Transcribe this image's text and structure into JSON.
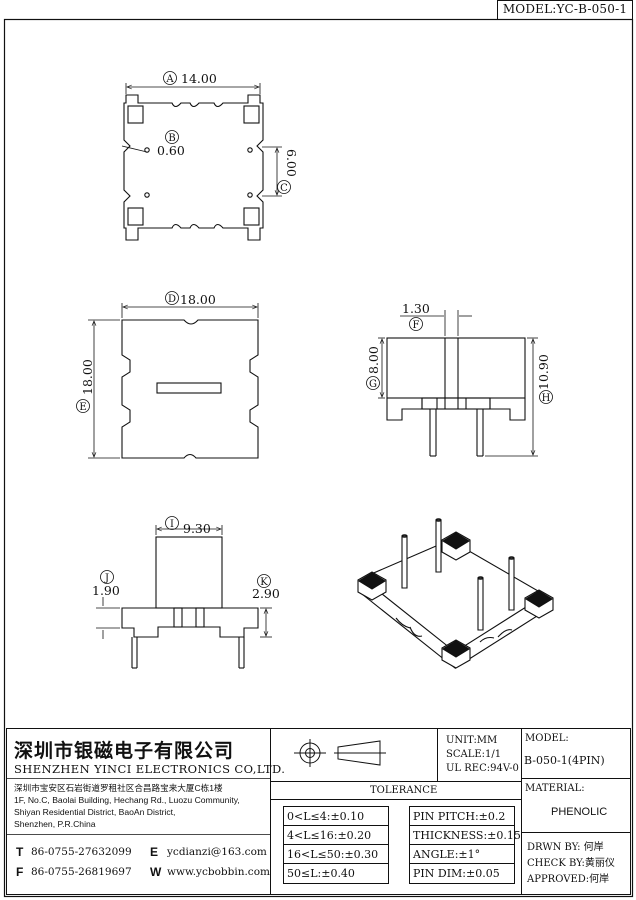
{
  "model_tag": "MODEL:YC-B-050-1",
  "callouts": {
    "A": "A",
    "B": "B",
    "C": "C",
    "D": "D",
    "E": "E",
    "F": "F",
    "G": "G",
    "H": "H",
    "I": "I",
    "J": "J",
    "K": "K"
  },
  "dims": {
    "A": "14.00",
    "B": "0.60",
    "C": "6.00",
    "D": "18.00",
    "E": "18.00",
    "F": "1.30",
    "G": "8.00",
    "H": "10.90",
    "I": "9.30",
    "J": "1.90",
    "K": "2.90"
  },
  "title_block": {
    "company_cn": "深圳市银磁电子有限公司",
    "company_en": "SHENZHEN YINCI ELECTRONICS CO,LTD.",
    "address_lines": [
      "深圳市宝安区石岩街道罗租社区合昌路宝来大厦C栋1楼",
      "1F, No.C, Baolai Building, Hechang Rd., Luozu Community,",
      "Shiyan Residential District, BaoAn District,",
      "Shenzhen, P.R.China"
    ],
    "contacts": {
      "t_letter": "T",
      "t_value": "86-0755-27632099",
      "f_letter": "F",
      "f_value": "86-0755-26819697",
      "e_letter": "E",
      "e_value": "ycdianzi@163.com",
      "w_letter": "W",
      "w_value": "www.ycbobbin.com"
    },
    "unit": "UNIT:MM",
    "scale": "SCALE:1/1",
    "ul_rec": "UL REC:94V-0",
    "tolerance_title": "TOLERANCE",
    "tolerances": [
      "0<L≤4:±0.10",
      "4<L≤16:±0.20",
      "16<L≤50:±0.30",
      "50≤L:±0.40"
    ],
    "pin_specs": [
      "PIN PITCH:±0.2",
      "THICKNESS:±0.15",
      "ANGLE:±1°",
      "PIN DIM:±0.05"
    ],
    "model_label": "MODEL:",
    "model_value": "B-050-1(4PIN)",
    "material_label": "MATERIAL:",
    "material_value": "PHENOLIC",
    "drwn_by": "DRWN BY: 何岸",
    "check_by": "CHECK BY:黄丽仪",
    "approved": "APPROVED:何岸"
  }
}
